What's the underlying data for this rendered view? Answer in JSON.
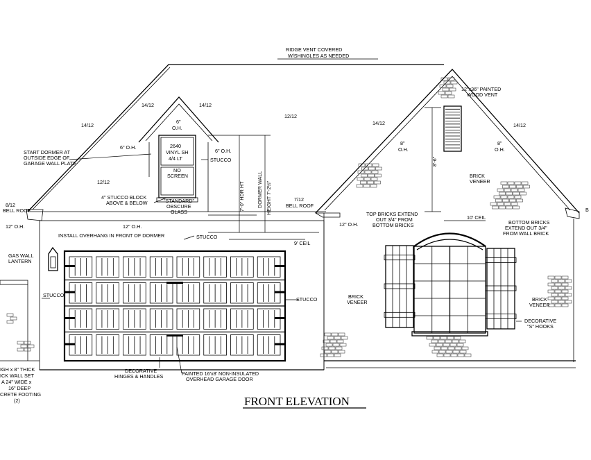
{
  "title": "FRONT ELEVATION",
  "notes": {
    "ridge_vent": [
      "RIDGE VENT COVERED",
      "W/SHINGLES AS NEEDED"
    ],
    "pitch_14_12": "14/12",
    "pitch_12_12": "12/12",
    "pitch_8_12": "8/12",
    "pitch_7_12": "7/12",
    "oh_6": "6\"",
    "oh_label": "O.H.",
    "oh_6_left": "6\" O.H.",
    "oh_6_right": "6\" O.H.",
    "oh_8": "8\"",
    "oh_12_left": "12\" O.H.",
    "oh_12_mid": "12\" O.H.",
    "oh_12_right": "12\" O.H.",
    "dormer_start": [
      "START DORMER AT",
      "OUTSIDE EDGE OF",
      "GARAGE WALL PLATE"
    ],
    "window_spec": [
      "2640",
      "VINYL SH",
      "4/4 LT",
      "NO",
      "SCREEN"
    ],
    "stucco": "STUCCO",
    "stucco_block": [
      "4\" STUCCO BLOCK",
      "ABOVE & BELOW"
    ],
    "obscure_glass": [
      "\"STANDARD\"",
      "OBSCURE",
      "GLASS"
    ],
    "hdr_ht": "7'-0\" HDR HT",
    "dormer_wall": [
      "DORMER WALL",
      "HEIGHT 7'-2½\""
    ],
    "bell_roof_left": "BELL ROOF",
    "bell_roof_7": "BELL ROOF",
    "install_overhang": "INSTALL OVERHANG IN FRONT OF DORMER",
    "ceil_9": "9' CEIL",
    "ceil_10": "10' CEIL",
    "wood_vent": [
      "12\"x36\" PAINTED",
      "WOOD VENT"
    ],
    "dim_8_6": "8'-6\"",
    "brick_veneer": [
      "BRICK",
      "VENEER"
    ],
    "top_bricks": [
      "TOP BRICKS EXTEND",
      "OUT 3/4\" FROM",
      "BOTTOM BRICKS"
    ],
    "bottom_bricks": [
      "BOTTOM BRICKS",
      "EXTEND OUT 3/4\"",
      "FROM WALL BRICK"
    ],
    "gas_lantern": [
      "GAS WALL",
      "LANTERN"
    ],
    "hooks": [
      "DECORATIVE",
      "\"S\" HOOKS"
    ],
    "hinges": [
      "DECORATIVE",
      "HINGES & HANDLES"
    ],
    "garage_door": [
      "PAINTED 16'x8' NON-INSULATED",
      "OVERHEAD GARAGE DOOR"
    ],
    "footing": [
      "IGH x 8\" THICK",
      "ICK WALL SET",
      "A 24\" WIDE x",
      "16\" DEEP",
      "CRETE FOOTING",
      "(2)"
    ],
    "bell_cut": "B"
  }
}
